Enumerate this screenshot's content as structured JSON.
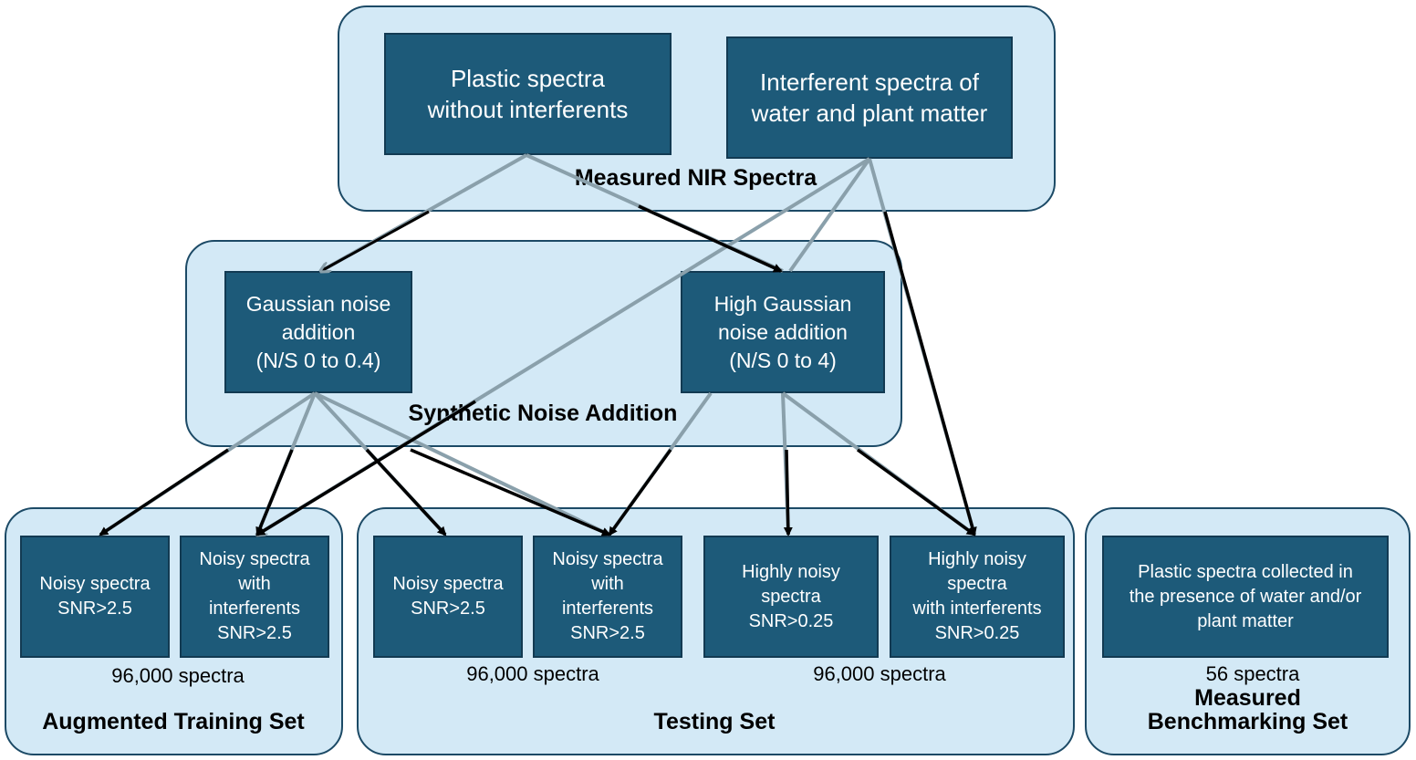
{
  "groups": {
    "measured": "Measured NIR Spectra",
    "synthetic": "Synthetic Noise Addition",
    "training": "Augmented Training Set",
    "testing": "Testing Set",
    "benchmark": "Measured\nBenchmarking Set"
  },
  "boxes": {
    "plastic": "Plastic spectra\nwithout interferents",
    "interferent": "Interferent spectra of\nwater and plant matter",
    "gaussian": "Gaussian noise\naddition\n(N/S 0 to 0.4)",
    "high_gaussian": "High Gaussian\nnoise addition\n(N/S 0 to 4)",
    "train_noisy": "Noisy spectra\nSNR>2.5",
    "train_noisy_interf": "Noisy spectra\nwith\ninterferents\nSNR>2.5",
    "test_noisy": "Noisy spectra\nSNR>2.5",
    "test_noisy_interf": "Noisy spectra\nwith\ninterferents\nSNR>2.5",
    "test_high": "Highly noisy\nspectra\nSNR>0.25",
    "test_high_interf": "Highly noisy\nspectra\nwith interferents\nSNR>0.25",
    "benchmark": "Plastic spectra collected in\nthe presence of water and/or\nplant matter"
  },
  "counts": {
    "training": "96,000 spectra",
    "testing_a": "96,000 spectra",
    "testing_b": "96,000 spectra",
    "benchmark": "56 spectra"
  },
  "colors": {
    "group_fill": "#d3e9f6",
    "box_fill": "#1d5a79",
    "arrow_black": "#000000",
    "arrow_gray": "#8aa0ab"
  }
}
